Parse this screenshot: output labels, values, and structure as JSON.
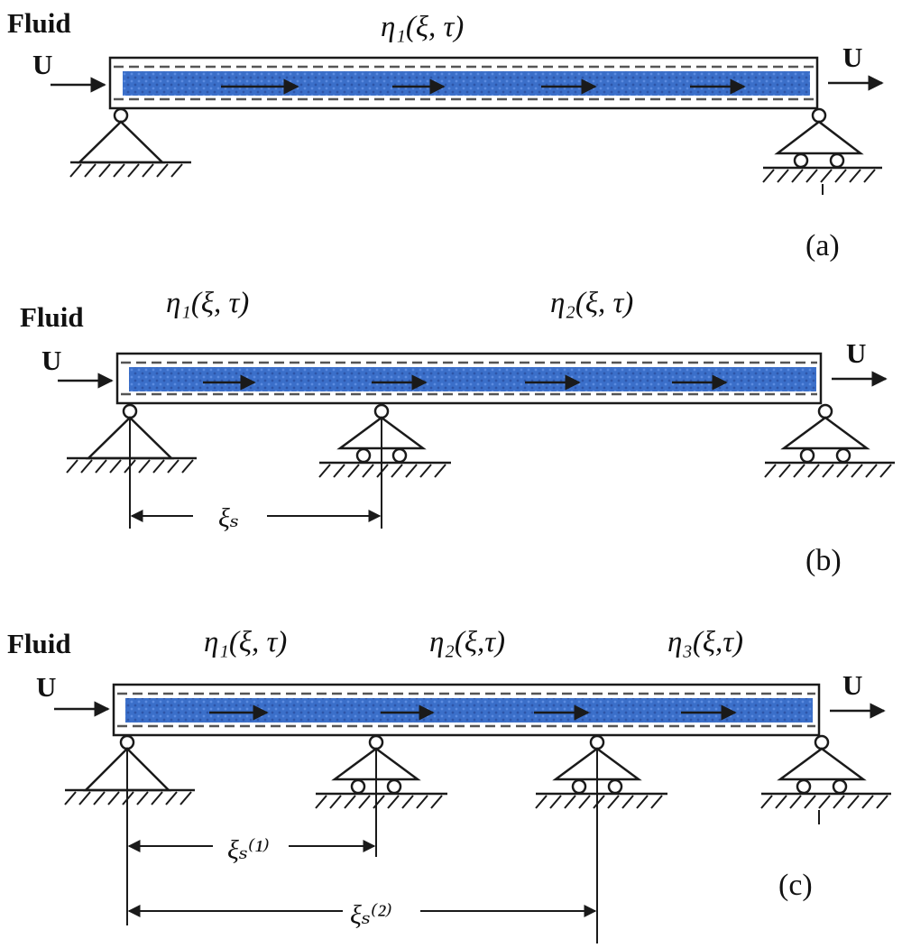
{
  "labels": {
    "fluid": "Fluid",
    "velocity": "U"
  },
  "panels": [
    {
      "id": "a",
      "caption": "(a)",
      "displacements": [
        "η₁(ξ, τ)"
      ],
      "spans": []
    },
    {
      "id": "b",
      "caption": "(b)",
      "displacements": [
        "η₁(ξ, τ)",
        "η₂(ξ, τ)"
      ],
      "spans": [
        "ξₛ"
      ]
    },
    {
      "id": "c",
      "caption": "(c)",
      "displacements": [
        "η₁(ξ, τ)",
        "η₂(ξ,τ)",
        "η₃(ξ,τ)"
      ],
      "spans": [
        "ξₛ⁽¹⁾",
        "ξₛ⁽²⁾"
      ]
    }
  ],
  "colors": {
    "fluid": "#3b6fc9",
    "fluid_dark": "#2d55a8",
    "line": "#1a1a1a",
    "dash": "#555555"
  }
}
